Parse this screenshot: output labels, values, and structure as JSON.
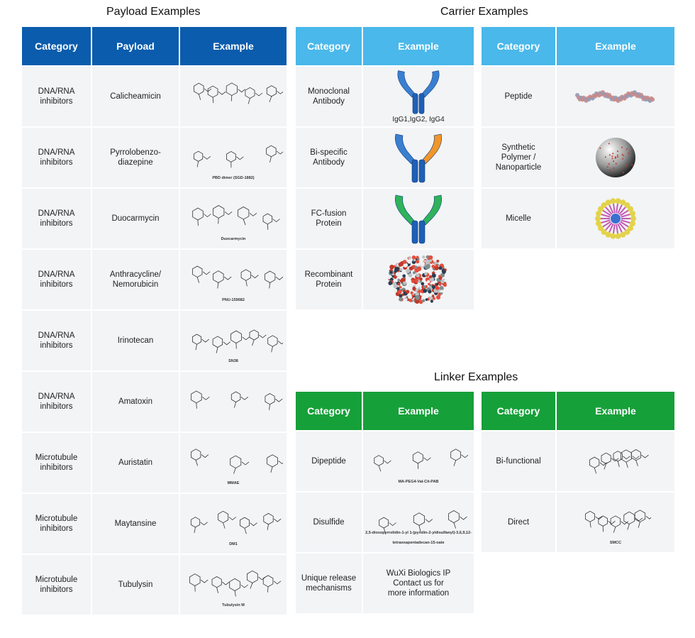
{
  "payload": {
    "title": "Payload Examples",
    "headers": [
      "Category",
      "Payload",
      "Example"
    ],
    "rows": [
      {
        "category": "DNA/RNA\ninhibitors",
        "payload": "Calicheamicin",
        "example_label": ""
      },
      {
        "category": "DNA/RNA\ninhibitors",
        "payload": "Pyrrolobenzo-\ndiazepine",
        "example_label": "PBD dimer (SGD-1882)"
      },
      {
        "category": "DNA/RNA\ninhibitors",
        "payload": "Duocarmycin",
        "example_label": "Duocarmycin"
      },
      {
        "category": "DNA/RNA\ninhibitors",
        "payload": "Anthracycline/\nNemorubicin",
        "example_label": "PNU-159682"
      },
      {
        "category": "DNA/RNA\ninhibitors",
        "payload": "Irinotecan",
        "example_label": "SN38"
      },
      {
        "category": "DNA/RNA\ninhibitors",
        "payload": "Amatoxin",
        "example_label": ""
      },
      {
        "category": "Microtubule\ninhibitors",
        "payload": "Auristatin",
        "example_label": "MMAE"
      },
      {
        "category": "Microtubule\ninhibitors",
        "payload": "Maytansine",
        "example_label": "DM1"
      },
      {
        "category": "Microtubule\ninhibitors",
        "payload": "Tubulysin",
        "example_label": "Tubulysin M"
      }
    ]
  },
  "carrier": {
    "title": "Carrier Examples",
    "headers": [
      "Category",
      "Example"
    ],
    "rows_left": [
      {
        "category": "Monoclonal\nAntibody",
        "example_caption": "IgG1,IgG2, IgG4"
      },
      {
        "category": "Bi-specific\nAntibody"
      },
      {
        "category": "FC-fusion\nProtein"
      },
      {
        "category": "Recombinant\nProtein"
      }
    ],
    "rows_right": [
      {
        "category": "Peptide"
      },
      {
        "category": "Synthetic Polymer /\nNanoparticle"
      },
      {
        "category": "Micelle"
      }
    ]
  },
  "linker": {
    "title": "Linker Examples",
    "headers": [
      "Category",
      "Example"
    ],
    "rows_left": [
      {
        "category": "Dipeptide",
        "example_label": "MA-PEG4-Val-Cit-PAB"
      },
      {
        "category": "Disulfide",
        "example_label": "2,5-dioxopyrrolidin-1-yl 1-(pyridin-2-yldisulfanyl)-3,6,9,12-tetraoxapentadecan-15-oate"
      },
      {
        "category": "Unique release\nmechanisms",
        "example_text": "WuXi Biologics IP\nContact us for\nmore information"
      }
    ],
    "rows_right": [
      {
        "category": "Bi-functional"
      },
      {
        "category": "Direct",
        "example_label": "SMCC"
      }
    ]
  },
  "colors": {
    "payload_header": "#0b5cad",
    "carrier_header": "#4ab8ea",
    "linker_header": "#16a03a",
    "cell_bg": "#f2f4f6"
  }
}
